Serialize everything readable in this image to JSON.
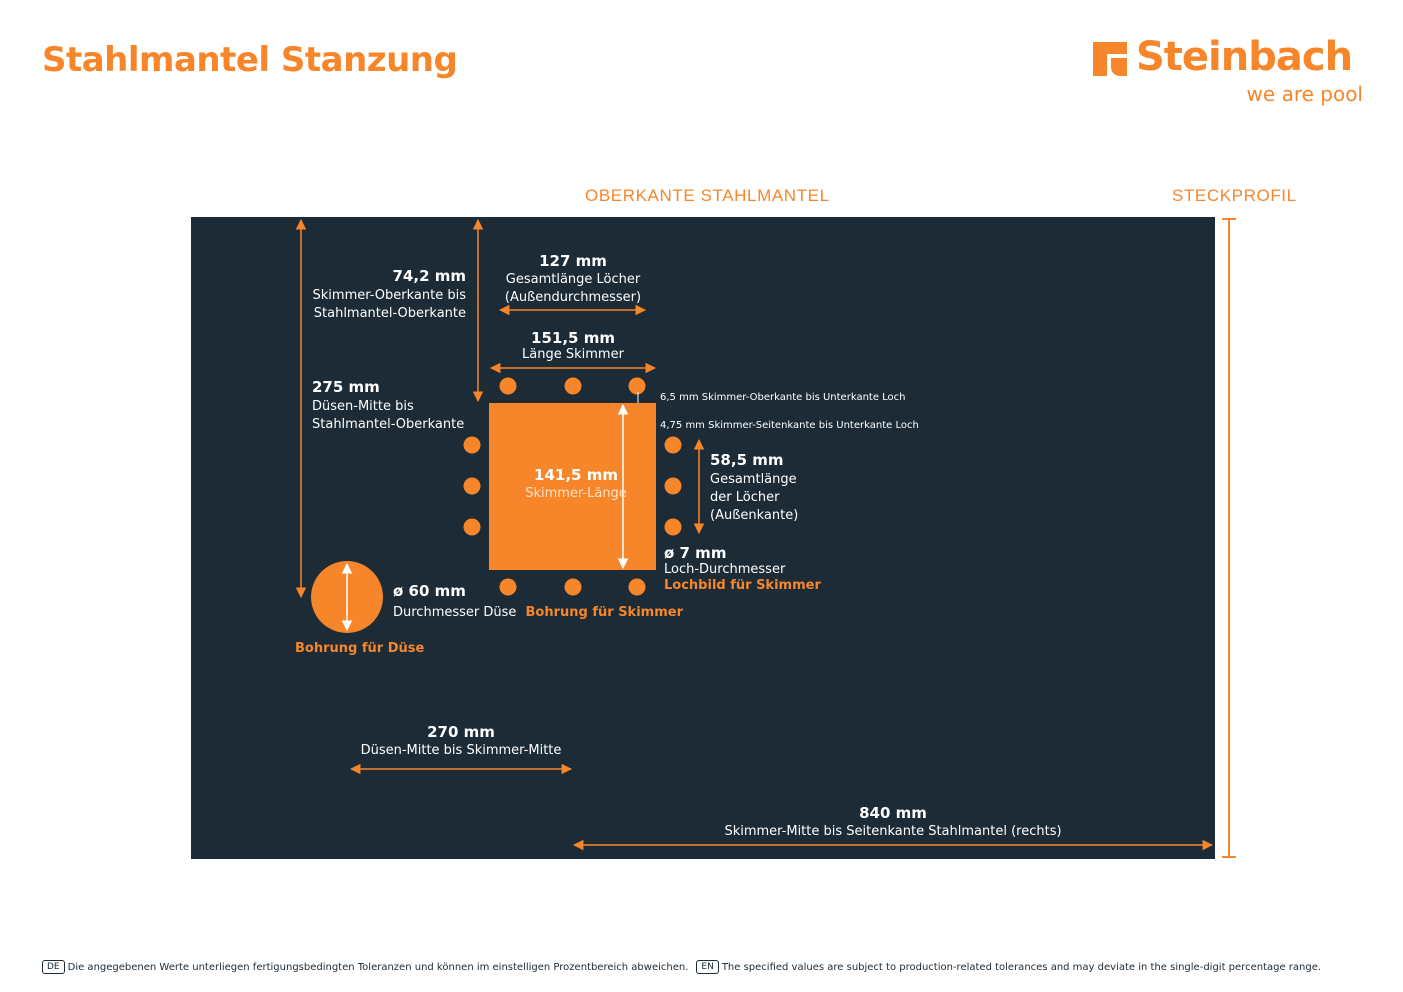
{
  "header": {
    "title": "Stahlmantel Stanzung",
    "logo_text": "Steinbach",
    "logo_tagline": "we are pool"
  },
  "labels": {
    "oberkante": "OBERKANTE STAHLMANTEL",
    "steckprofil": "STECKPROFIL"
  },
  "dimensions": {
    "skimmer_top": {
      "value": "74,2 mm",
      "line1": "Skimmer-Oberkante bis",
      "line2": "Stahlmantel-Oberkante"
    },
    "holes_total_length": {
      "value": "127  mm",
      "line1": "Gesamtlänge Löcher",
      "line2": "(Außendurchmesser)"
    },
    "skimmer_length_top": {
      "value": "151,5  mm",
      "line1": "Länge Skimmer"
    },
    "nozzle_top": {
      "value": "275  mm",
      "line1": "Düsen-Mitte bis",
      "line2": "Stahlmantel-Oberkante"
    },
    "note_top_gap": "6,5 mm Skimmer-Oberkante bis  Unterkante Loch",
    "note_side_gap": "4,75 mm Skimmer-Seitenkante bis  Unterkante Loch",
    "skimmer_inner": {
      "value": "141,5 mm",
      "line1": "Skimmer-Länge"
    },
    "holes_side_length": {
      "value": "58,5  mm",
      "line1": "Gesamtlänge",
      "line2": "der Löcher",
      "line3": "(Außenkante)"
    },
    "hole_diameter": {
      "value": "ø 7  mm",
      "line1": "Loch-Durchmesser"
    },
    "nozzle_diameter": {
      "value": "ø 60  mm",
      "line1": "Durchmesser Düse"
    },
    "nozzle_to_skimmer": {
      "value": "270  mm",
      "line1": "Düsen-Mitte bis Skimmer-Mitte"
    },
    "skimmer_to_edge": {
      "value": "840  mm",
      "line1": "Skimmer-Mitte bis Seitenkante Stahlmantel (rechts)"
    }
  },
  "callouts": {
    "lochbild": "Lochbild für Skimmer",
    "bohrung_skimmer": "Bohrung für Skimmer",
    "bohrung_duese": "Bohrung für Düse"
  },
  "footer": {
    "de_badge": "DE",
    "de_text": "Die angegebenen Werte unterliegen fertigungsbedingten Toleranzen und können im einstelligen Prozentbereich abweichen.",
    "en_badge": "EN",
    "en_text": "The specified values are subject to production-related tolerances and may deviate in the single-digit percentage range."
  },
  "colors": {
    "accent": "#f7862a",
    "panel": "#1c2b36",
    "text_light": "#ffffff"
  }
}
